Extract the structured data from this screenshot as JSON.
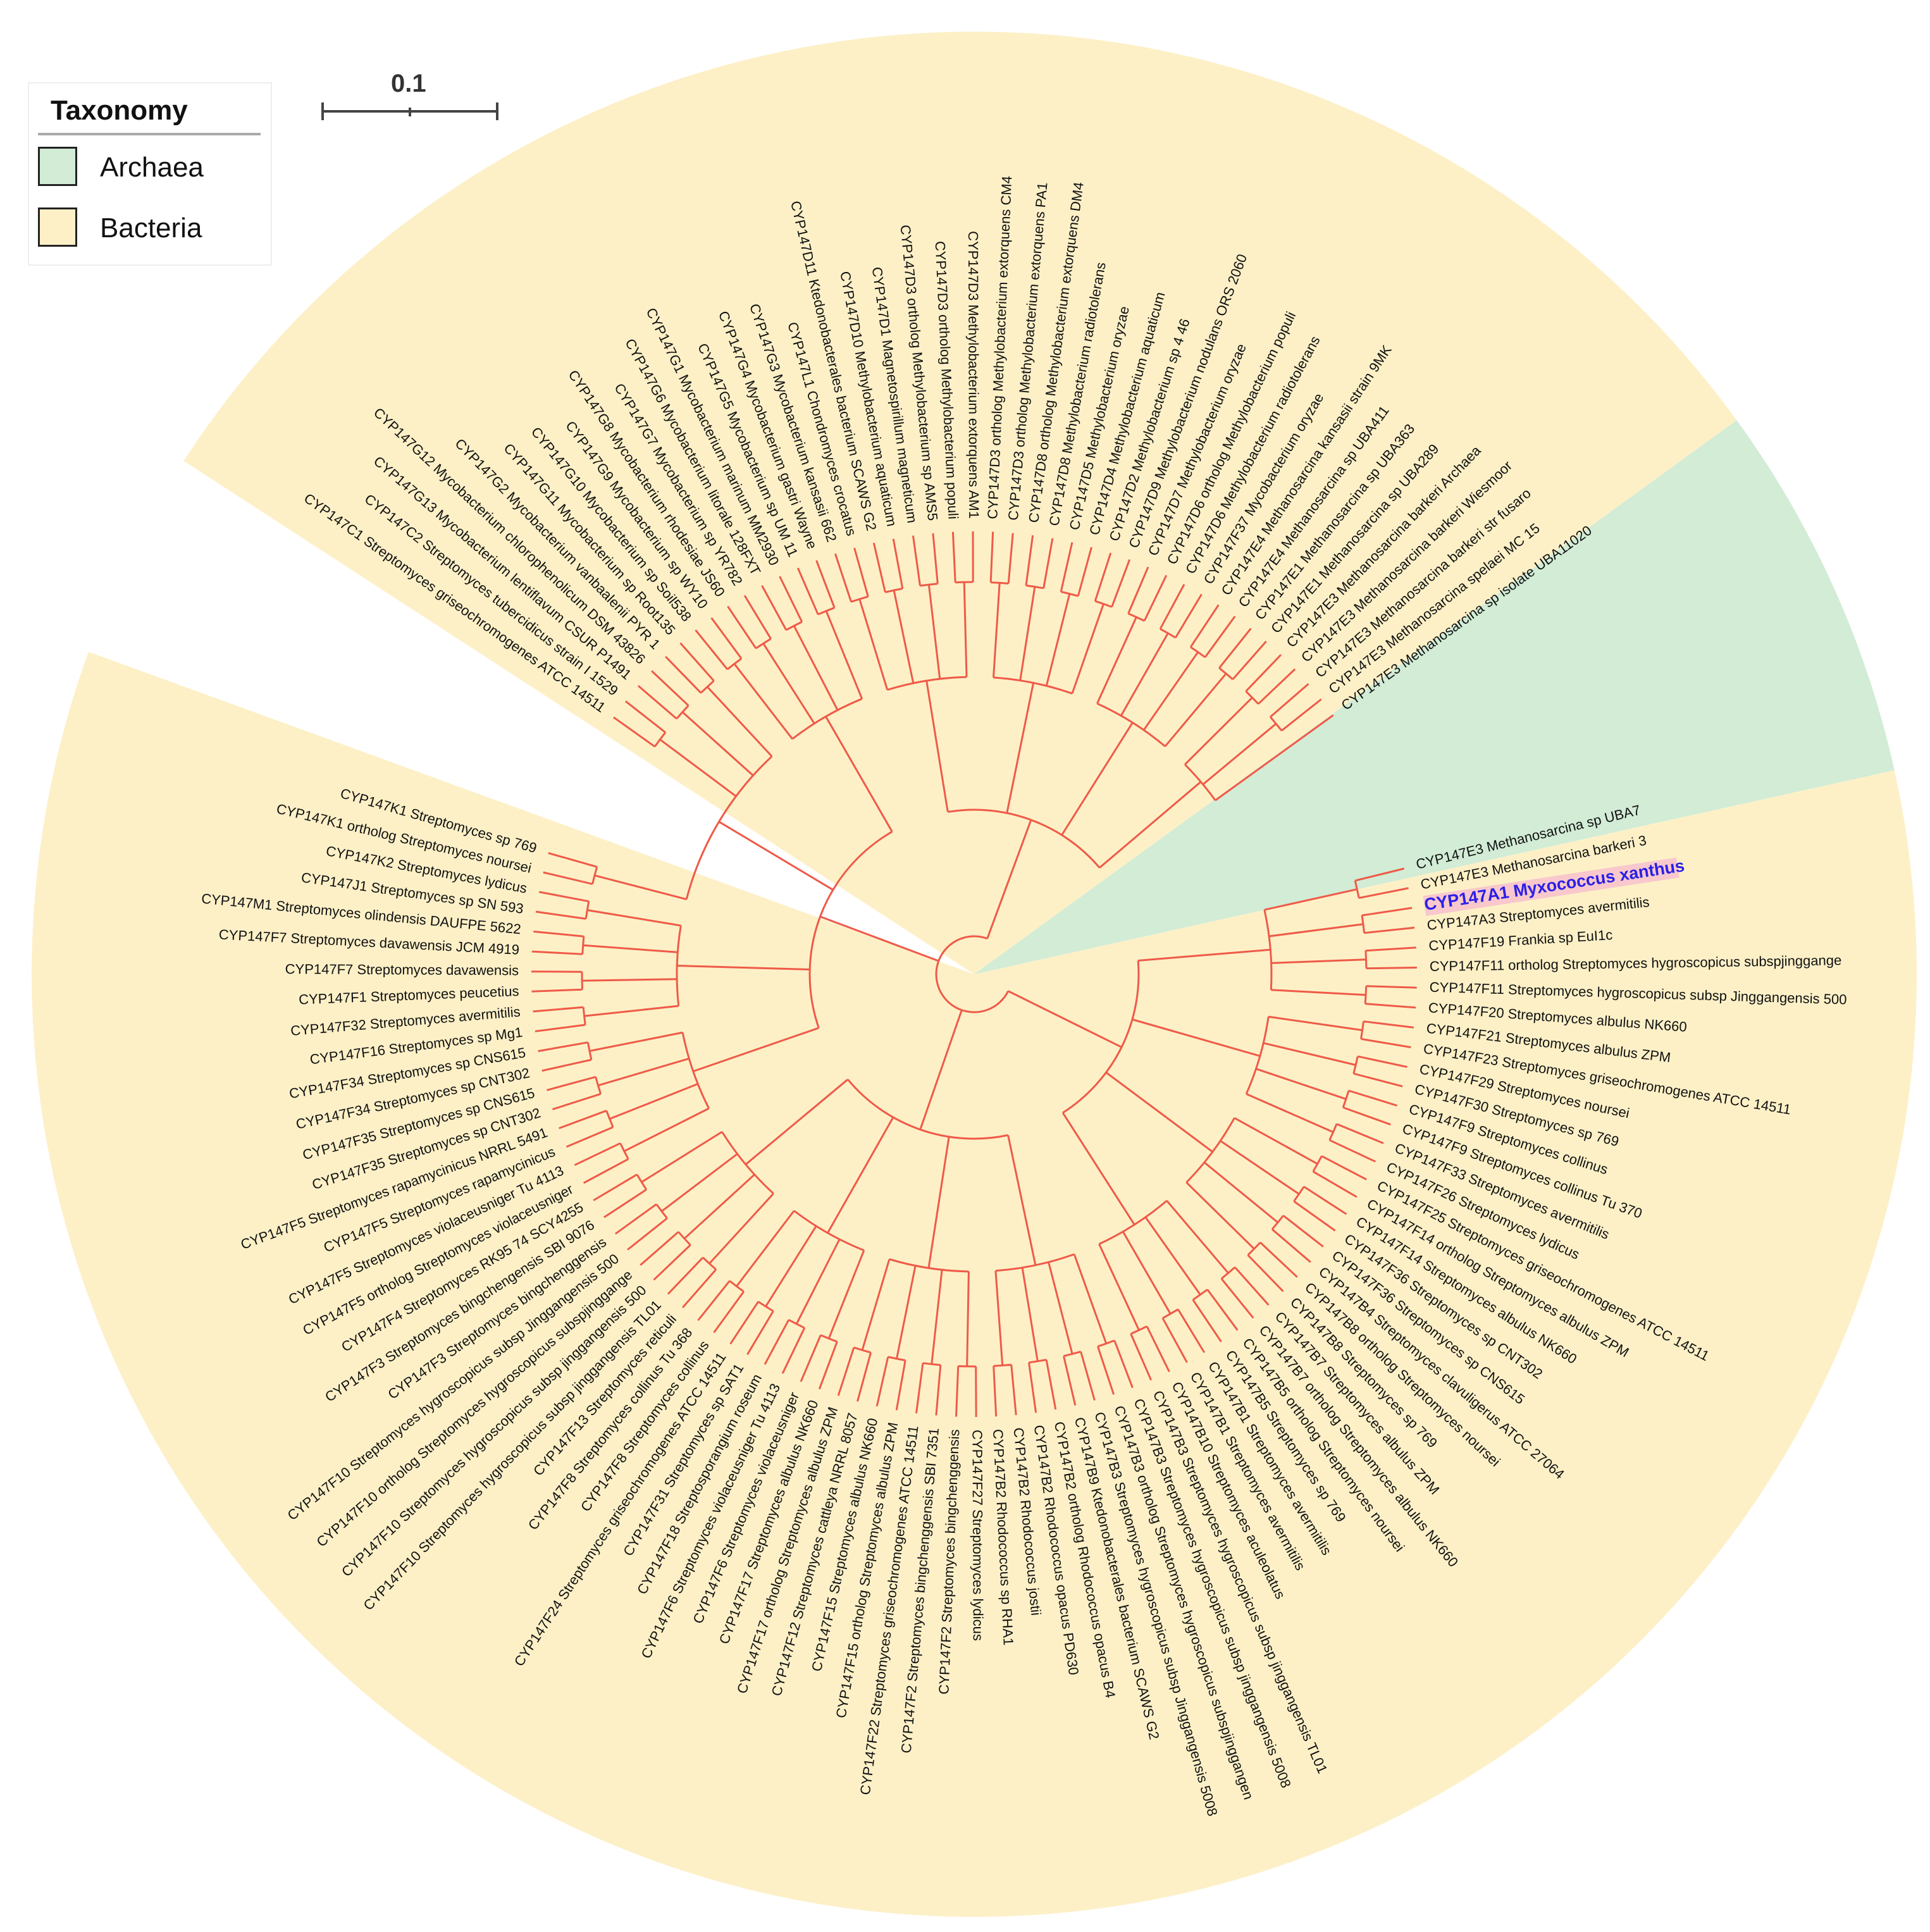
{
  "colors": {
    "archaea": "#d2ecd6",
    "bacteria": "#fdf0c7",
    "branch": "#ef5a48",
    "highlight_text": "#2b1fe8",
    "highlight_bg": "#f8c8cc"
  },
  "legend": {
    "title": "Taxonomy",
    "items": [
      {
        "label": "Archaea",
        "color": "#d2ecd6"
      },
      {
        "label": "Bacteria",
        "color": "#fdf0c7"
      }
    ]
  },
  "scale_bar": {
    "label": "0.1"
  },
  "tree": {
    "highlighted": "CYP147A1 Myxococcus xanthus",
    "leaves": [
      "CYP147E3 Methanosarcina sp UBA7",
      "CYP147E3 Methanosarcina barkeri 3",
      "CYP147A1 Myxococcus xanthus",
      "CYP147A3 Streptomyces avermitilis",
      "CYP147F19 Frankia sp EuI1c",
      "CYP147F11 ortholog Streptomyces hygroscopicus subspjinggange",
      "CYP147F11 Streptomyces hygroscopicus subsp Jinggangensis 500",
      "CYP147F20 Streptomyces albulus NK660",
      "CYP147F21 Streptomyces albulus ZPM",
      "CYP147F23 Streptomyces griseochromogenes ATCC 14511",
      "CYP147F29 Streptomyces noursei",
      "CYP147F30 Streptomyces sp 769",
      "CYP147F9 Streptomyces collinus",
      "CYP147F9 Streptomyces collinus Tu 370",
      "CYP147F33 Streptomyces avermitilis",
      "CYP147F26 Streptomyces lydicus",
      "CYP147F25 Streptomyces griseochromogenes ATCC 14511",
      "CYP147F14 ortholog Streptomyces albulus ZPM",
      "CYP147F14 Streptomyces albulus NK660",
      "CYP147F36 Streptomyces sp CNT302",
      "CYP147F36 Streptomyces sp CNS615",
      "CYP147B4 Streptomyces clavuligerus ATCC 27064",
      "CYP147B8 ortholog Streptomyces noursei",
      "CYP147B8 Streptomyces sp 769",
      "CYP147B7 Streptomyces albulus ZPM",
      "CYP147B7 ortholog Streptomyces albulus NK660",
      "CYP147B5 ortholog Streptomyces noursei",
      "CYP147B5 Streptomyces sp 769",
      "CYP147B1 Streptomyces avermitilis",
      "CYP147B1 Streptomyces avermitilis",
      "CYP147B10 Streptomyces aculeolatus",
      "CYP147B3 Streptomyces hygroscopicus subsp jinggangensis TL01",
      "CYP147B3 Streptomyces hygroscopicus subsp jinggangensis 5008",
      "CYP147B3 ortholog Streptomyces hygroscopicus subspjinggangen",
      "CYP147B3 Streptomyces hygroscopicus subsp Jinggangensis 5008",
      "CYP147B9 Ktedonobacterales bacterium SCAWS G2",
      "CYP147B2 ortholog Rhodococcus opacus B4",
      "CYP147B2 Rhodococcus opacus PD630",
      "CYP147B2 Rhodococcus jostii",
      "CYP147B2 Rhodococcus sp RHA1",
      "CYP147F27 Streptomyces lydicus",
      "CYP147F2 Streptomyces bingchenggensis",
      "CYP147F2 Streptomyces bingchenggensis SBI 7351",
      "CYP147F22 Streptomyces griseochromogenes ATCC 14511",
      "CYP147F15 ortholog Streptomyces albulus ZPM",
      "CYP147F15 Streptomyces albulus NK660",
      "CYP147F12 Streptomyces cattleya NRRL 8057",
      "CYP147F17 ortholog Streptomyces albulus ZPM",
      "CYP147F17 Streptomyces albulus NK660",
      "CYP147F6 Streptomyces violaceusniger",
      "CYP147F6 Streptomyces violaceusniger Tu 4113",
      "CYP147F18 Streptosporangium roseum",
      "CYP147F31 Streptomyces sp SAT1",
      "CYP147F24 Streptomyces griseochromogenes ATCC 14511",
      "CYP147F8 Streptomyces collinus",
      "CYP147F8 Streptomyces collinus Tu 368",
      "CYP147F13 Streptomyces reticuli",
      "CYP147F10 Streptomyces hygroscopicus subsp jinggangensis TL01",
      "CYP147F10 Streptomyces hygroscopicus subsp jinggangensis 500",
      "CYP147F10 ortholog Streptomyces hygroscopicus subspjinggange",
      "CYP147F10 Streptomyces hygroscopicus subsp Jinggangensis 500",
      "CYP147F3 Streptomyces bingchenggensis",
      "CYP147F3 Streptomyces bingchengensis SBI 9076",
      "CYP147F4 Streptomyces RK95 74 SCY4255",
      "CYP147F5 ortholog Streptomyces violaceusniger",
      "CYP147F5 Streptomyces violaceusniger Tu 4113",
      "CYP147F5 Streptomyces rapamycinicus",
      "CYP147F5 Streptomyces rapamycinicus NRRL 5491",
      "CYP147F35 Streptomyces sp CNT302",
      "CYP147F35 Streptomyces sp CNS615",
      "CYP147F34 Streptomyces sp CNT302",
      "CYP147F34 Streptomyces sp CNS615",
      "CYP147F16 Streptomyces sp Mg1",
      "CYP147F32 Streptomyces avermitilis",
      "CYP147F1 Streptomyces peucetius",
      "CYP147F7 Streptomyces davawensis",
      "CYP147F7 Streptomyces davawensis JCM 4919",
      "CYP147M1 Streptomyces olindensis DAUFPE 5622",
      "CYP147J1 Streptomyces sp SN 593",
      "CYP147K2 Streptomyces lydicus",
      "CYP147K1 ortholog Streptomyces noursei",
      "CYP147K1 Streptomyces sp 769",
      "CYP147C1 Streptomyces griseochromogenes ATCC 14511",
      "CYP147C2 Streptomyces tubercidicus strain I 1529",
      "CYP147G13 Mycobacterium lentiflavum CSUR P1491",
      "CYP147G12 Mycobacterium chlorophenolicum DSM 43826",
      "CYP147G2 Mycobacterium vanbaalenii PYR 1",
      "CYP147G11 Mycobacterium sp Root135",
      "CYP147G10 Mycobacterium sp Soil538",
      "CYP147G9 Mycobacterium sp WY10",
      "CYP147G8 Mycobacterium rhodesiae JS60",
      "CYP147G7 Mycobacterium sp YR782",
      "CYP147G6 Mycobacterium litorale 128FXT",
      "CYP147G1 Mycobacterium marinum MM2930",
      "CYP147G5 Mycobacterium sp UM 11",
      "CYP147G4 Mycobacterium gastri Wayne",
      "CYP147G3 Mycobacterium kansasii 662",
      "CYP147L1 Chondromyces crocatus",
      "CYP147D11 Ktedonobacterales bacterium SCAWS G2",
      "CYP147D10 Methylobacterium aquaticum",
      "CYP147D1 Magnetospirillum magneticum",
      "CYP147D3 ortholog Methylobacterium sp AMS5",
      "CYP147D3 ortholog Methylobacterium populi",
      "CYP147D3 Methylobacterium extorquens AM1",
      "CYP147D3 ortholog Methylobacterium extorquens CM4",
      "CYP147D3 ortholog Methylobacterium extorquens PA1",
      "CYP147D8 ortholog Methylobacterium extorquens DM4",
      "CYP147D8 Methylobacterium radiotolerans",
      "CYP147D5 Methylobacterium oryzae",
      "CYP147D4 Methylobacterium aquaticum",
      "CYP147D2 Methylobacterium sp 4 46",
      "CYP147D9 Methylobacterium nodulans ORS 2060",
      "CYP147D7 Methylobacterium oryzae",
      "CYP147D6 ortholog Methylobacterium populi",
      "CYP147D6 Methylobacterium radiotolerans",
      "CYP147F37 Mycobacterium oryzae",
      "CYP147E4 Methanosarcina kansasii strain 9MK",
      "CYP147E4 Methanosarcina sp UBA411",
      "CYP147E1 Methanosarcina sp UBA363",
      "CYP147E1 Methanosarcina sp UBA289",
      "CYP147E3 Methanosarcina barkeri Archaea",
      "CYP147E3 Methanosarcina barkeri Wiesmoor",
      "CYP147E3 Methanosarcina barkeri str fusaro",
      "CYP147E3 Methanosarcina spelaei MC 15",
      "CYP147E3 Methanosarcina sp isolate UBA11020"
    ]
  }
}
